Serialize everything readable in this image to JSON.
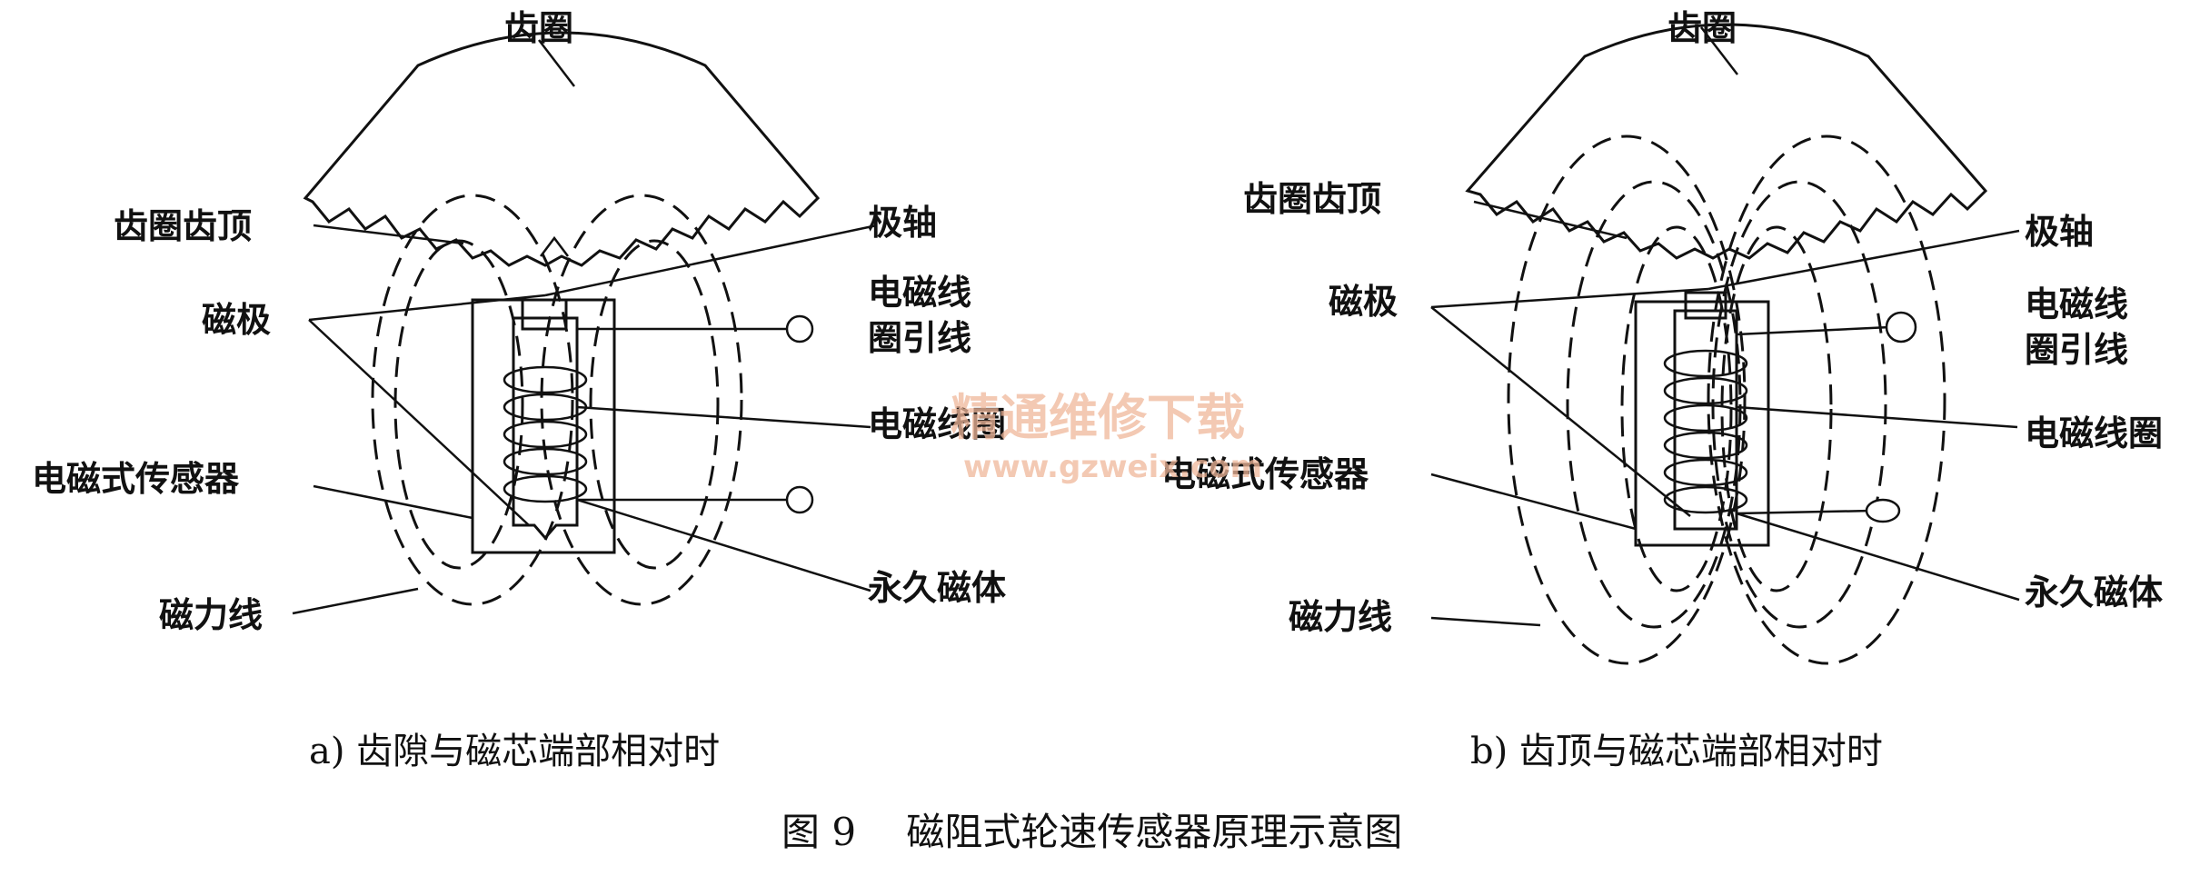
{
  "panel_a": {
    "label_ring": "齿圈",
    "label_tooth_top": "齿圈齿顶",
    "label_pole_shaft": "极轴",
    "label_pole": "磁极",
    "label_lead_line1": "电磁线",
    "label_lead_line2": "圈引线",
    "label_coil": "电磁线圈",
    "label_sensor": "电磁式传感器",
    "label_magnet": "永久磁体",
    "label_field": "磁力线",
    "caption": "a) 齿隙与磁芯端部相对时"
  },
  "panel_b": {
    "label_ring": "齿圈",
    "label_tooth_top": "齿圈齿顶",
    "label_pole_shaft": "极轴",
    "label_pole": "磁极",
    "label_lead_line1": "电磁线",
    "label_lead_line2": "圈引线",
    "label_coil": "电磁线圈",
    "label_sensor": "电磁式传感器",
    "label_magnet": "永久磁体",
    "label_field": "磁力线",
    "caption": "b) 齿顶与磁芯端部相对时"
  },
  "figure_title": "图 9　 磁阻式轮速传感器原理示意图",
  "watermark": {
    "line1": "精通维修下载",
    "line2": "www.gzweix.com"
  }
}
